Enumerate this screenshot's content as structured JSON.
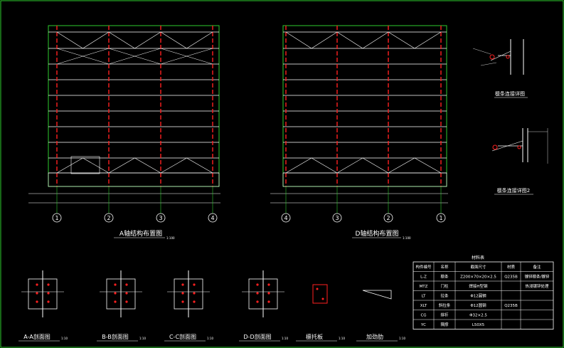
{
  "drawing": {
    "elev_a_title": "A轴结构布置图",
    "elev_a_scale": "1:100",
    "elev_d_title": "D轴结构布置图",
    "elev_d_scale": "1:100",
    "axis_a": [
      "1",
      "2",
      "3",
      "4"
    ],
    "axis_d": [
      "4",
      "3",
      "2",
      "1"
    ],
    "detail1_title": "檩条连接详图",
    "detail2_title": "檩条连接详图2",
    "sections": [
      {
        "title": "A-A剖面图",
        "scale": "1:10"
      },
      {
        "title": "B-B剖面图",
        "scale": "1:10"
      },
      {
        "title": "C-C剖面图",
        "scale": "1:10"
      },
      {
        "title": "D-D剖面图",
        "scale": "1:10"
      },
      {
        "title": "檩托板",
        "scale": "1:10"
      },
      {
        "title": "加劲肋",
        "scale": "1:10"
      }
    ],
    "table": {
      "title": "材料表",
      "headers": [
        "构件编号",
        "名称",
        "截面尺寸",
        "材质",
        "备注"
      ],
      "rows": [
        [
          "L-Z",
          "檩条",
          "Z200×70×20×2.5",
          "Q235B",
          "镀锌檩条/镀锌"
        ],
        [
          "MTZ",
          "门柱",
          "焊接H型钢",
          "",
          "热浸镀锌处理"
        ],
        [
          "LT",
          "拉条",
          "Φ12圆钢",
          "",
          ""
        ],
        [
          "XLT",
          "斜拉条",
          "Φ12圆钢",
          "Q235B",
          ""
        ],
        [
          "CG",
          "撑杆",
          "Φ32×2.5",
          "",
          ""
        ],
        [
          "YC",
          "隅撑",
          "L50X5",
          "",
          ""
        ]
      ]
    }
  }
}
